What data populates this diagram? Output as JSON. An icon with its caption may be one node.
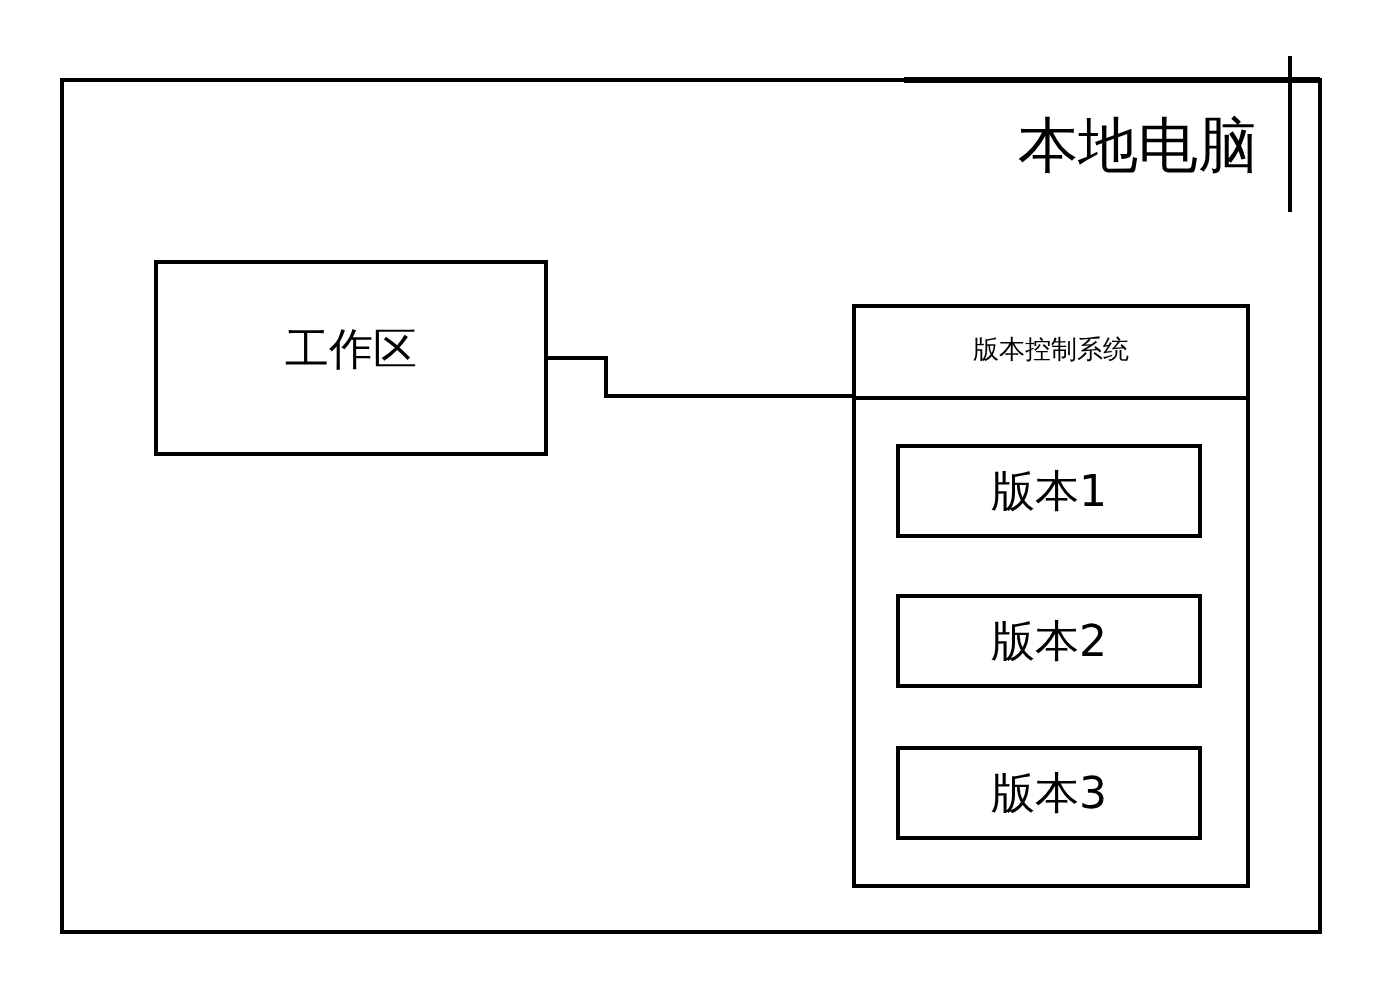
{
  "diagram": {
    "nodes": [
      {
        "text": [
          "本地电脑"
        ]
      },
      {
        "text": [
          "工作区"
        ],
        "in": 0
      },
      {
        "text": [
          "版本控制系统"
        ],
        "in": 0
      },
      {
        "text": [
          "版本1"
        ],
        "in": 2
      },
      {
        "text": [
          "版本2"
        ],
        "in": 2
      },
      {
        "text": [
          "版本3"
        ],
        "in": 2
      }
    ],
    "edges": [
      {
        "from": 1,
        "to": 2,
        "arrow": "none"
      }
    ]
  }
}
